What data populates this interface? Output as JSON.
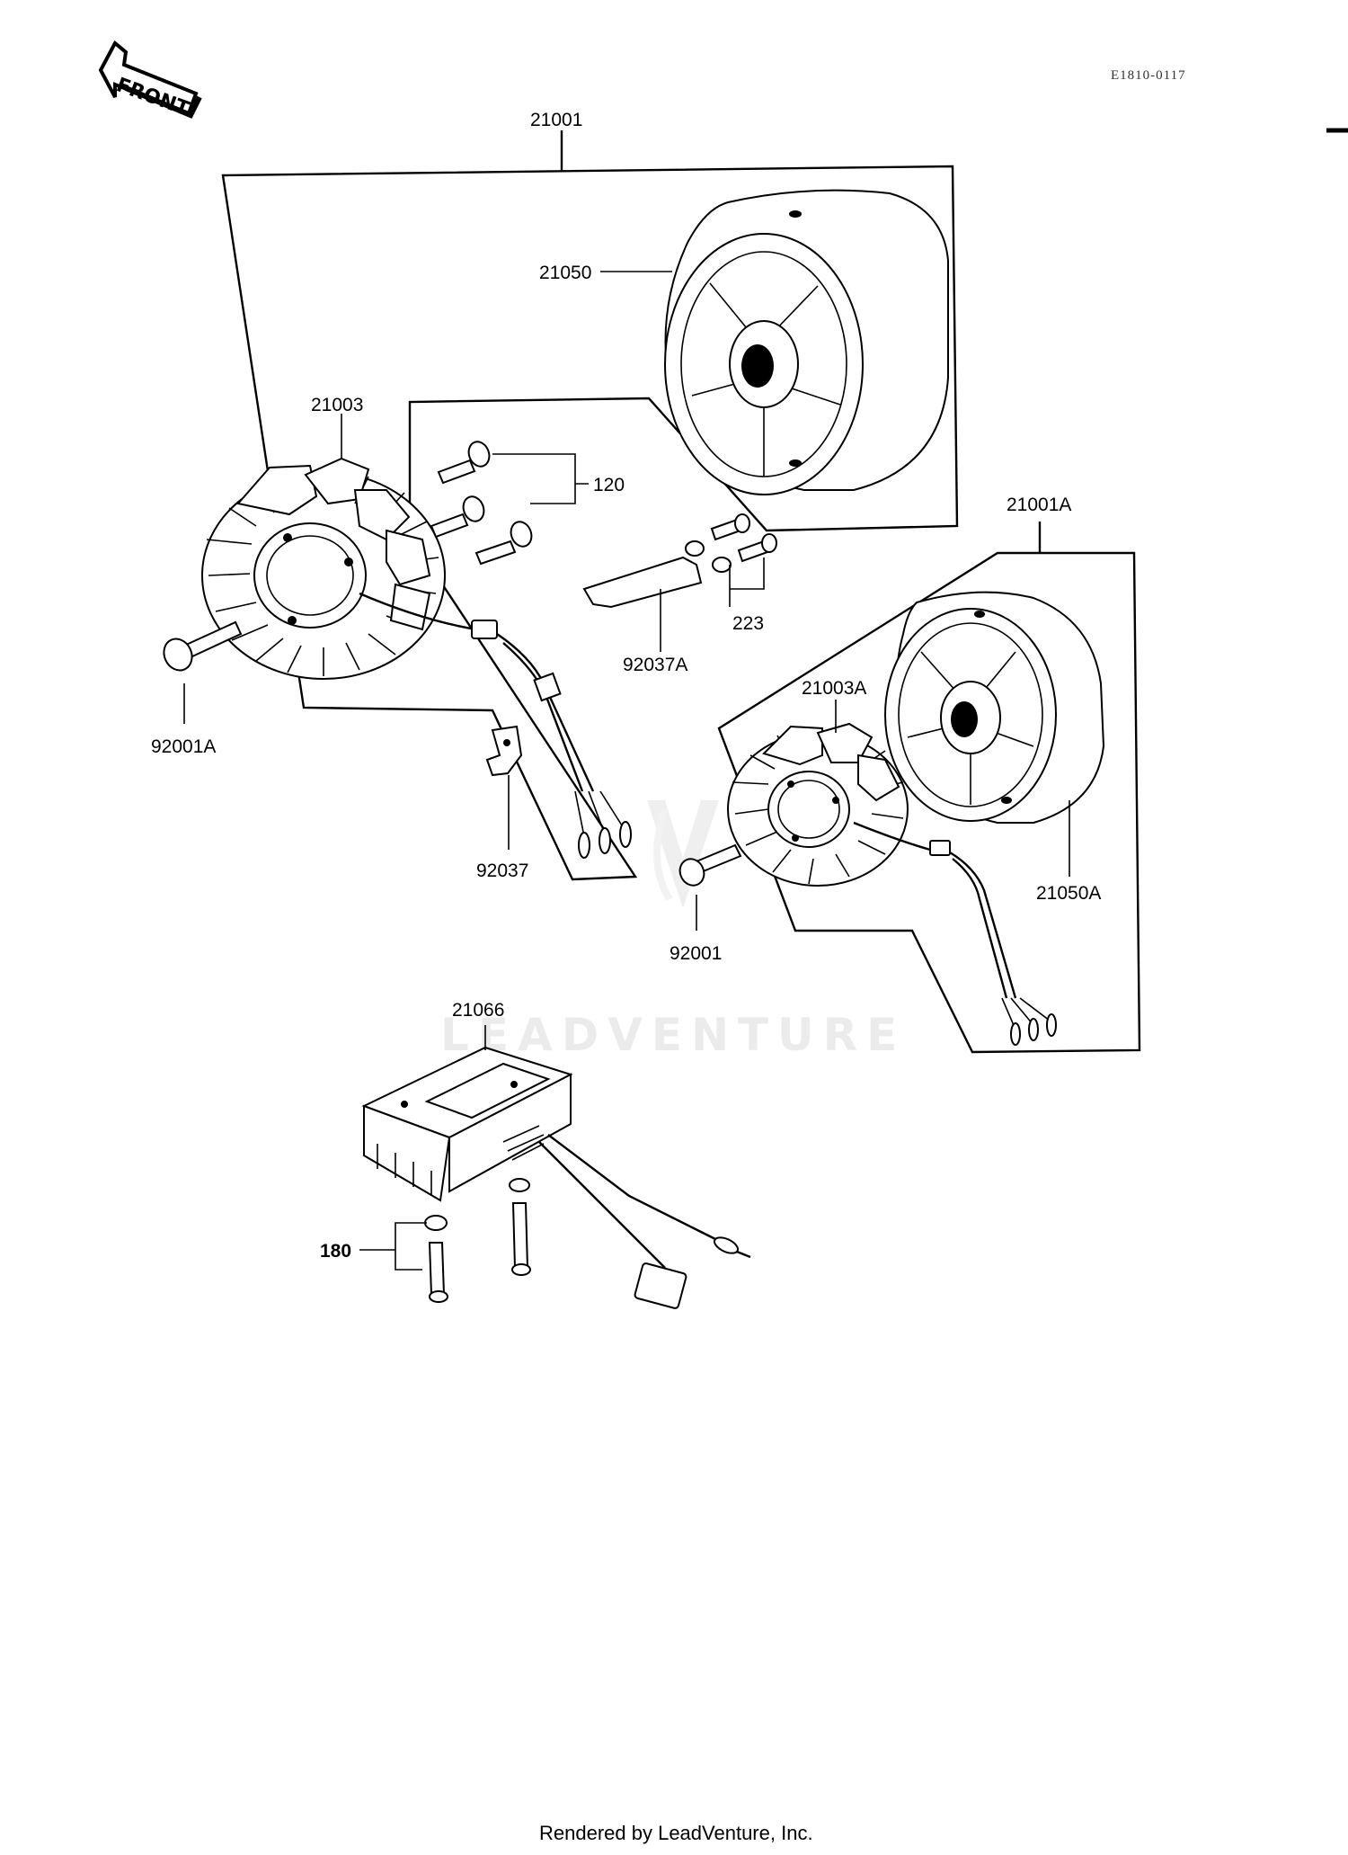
{
  "diagram_code": "E1810-0117",
  "front_label": "FRONT",
  "watermark": "LEADVENTURE",
  "footer": "Rendered by LeadVenture, Inc.",
  "part_numbers": {
    "assembly_main": "21001",
    "rotor_main": "21050",
    "stator_main": "21003",
    "screws": "120",
    "bolt_set": "223",
    "plate": "92037A",
    "bolt_main": "92001A",
    "clamp": "92037",
    "assembly_alt": "21001A",
    "stator_alt": "21003A",
    "rotor_alt": "21050A",
    "bolt_alt": "92001",
    "regulator": "21066",
    "bolt_washer_set": "180"
  }
}
